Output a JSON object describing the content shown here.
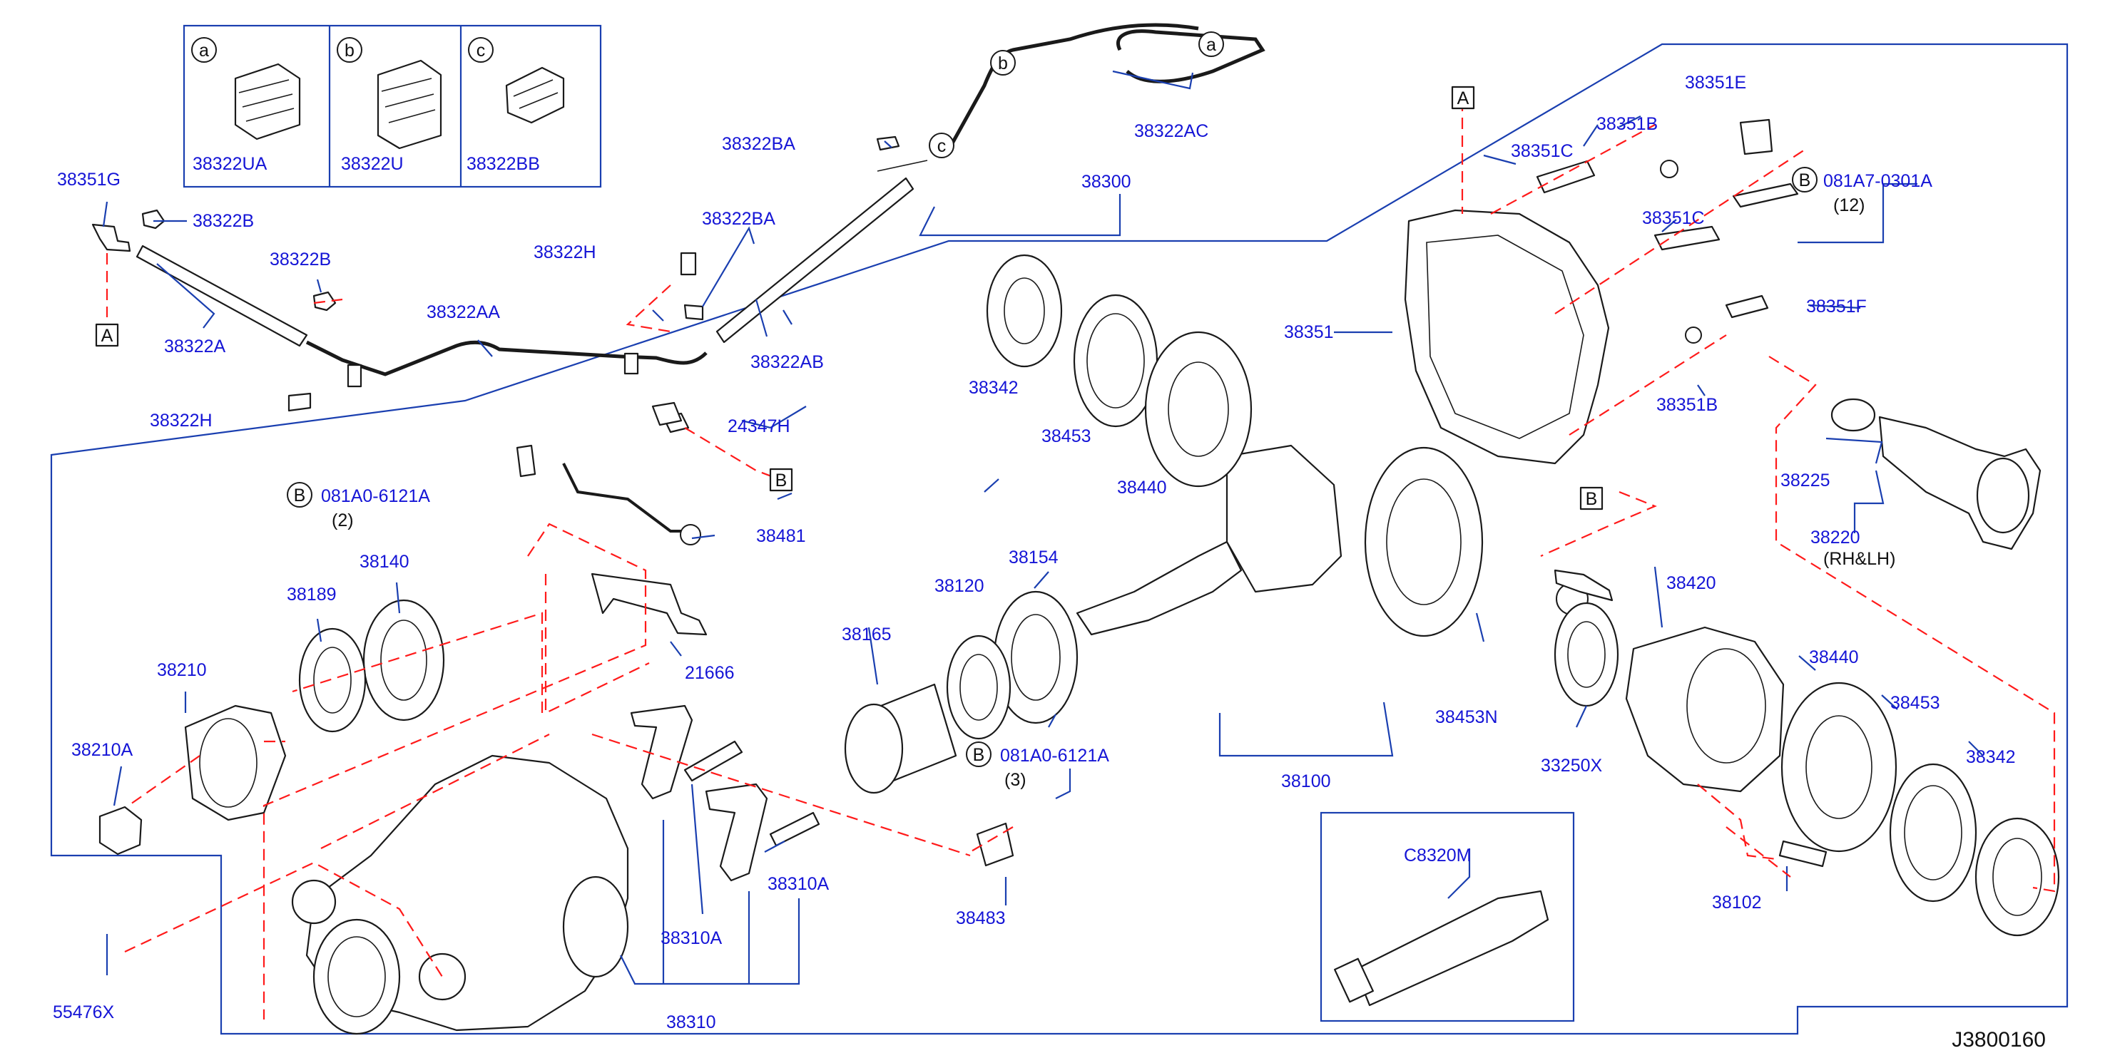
{
  "diagram_id": "J3800160",
  "clip_labels": [
    "a",
    "b",
    "c"
  ],
  "clip_names": [
    "38322UA",
    "38322U",
    "38322BB"
  ],
  "ref_A": "A",
  "ref_B": "B",
  "bolt_prefix": "B",
  "parts": {
    "p38322AC": "38322AC",
    "p38322BA_top": "38322BA",
    "p38322BA_mid": "38322BA",
    "p38351G": "38351G",
    "p38322B_1": "38322B",
    "p38322B_2": "38322B",
    "p38322A": "38322A",
    "p38322AA": "38322AA",
    "p38322H_1": "38322H",
    "p38322H_2": "38322H",
    "p38322AB": "38322AB",
    "p38300": "38300",
    "p24347H": "24347H",
    "p38342_l": "38342",
    "p38453_l": "38453",
    "p38440_l": "38440",
    "p38351C_1": "38351C",
    "p38351B_1": "38351B",
    "p38351E": "38351E",
    "p38351C_2": "38351C",
    "p38351": "38351",
    "p38351F": "38351F",
    "p38351B_2": "38351B",
    "p081A7": "081A7-0301A",
    "q081A7": "(12)",
    "p38225": "38225",
    "p38220": "38220",
    "q38220": "(RH&LH)",
    "p081A0_1": "081A0-6121A",
    "q081A0_1": "(2)",
    "p38481": "38481",
    "p38140": "38140",
    "p38189": "38189",
    "p38210": "38210",
    "p38210A": "38210A",
    "p21666": "21666",
    "p38154": "38154",
    "p38120": "38120",
    "p38165": "38165",
    "p081A0_2": "081A0-6121A",
    "q081A0_2": "(3)",
    "p38420": "38420",
    "p38453N": "38453N",
    "p33250X": "33250X",
    "p38100": "38100",
    "p38440_r": "38440",
    "p38453_r": "38453",
    "p38342_r": "38342",
    "p38102": "38102",
    "p38310A_1": "38310A",
    "p38310A_2": "38310A",
    "p38483": "38483",
    "p55476X": "55476X",
    "p38310": "38310",
    "pC8320M": "C8320M"
  }
}
